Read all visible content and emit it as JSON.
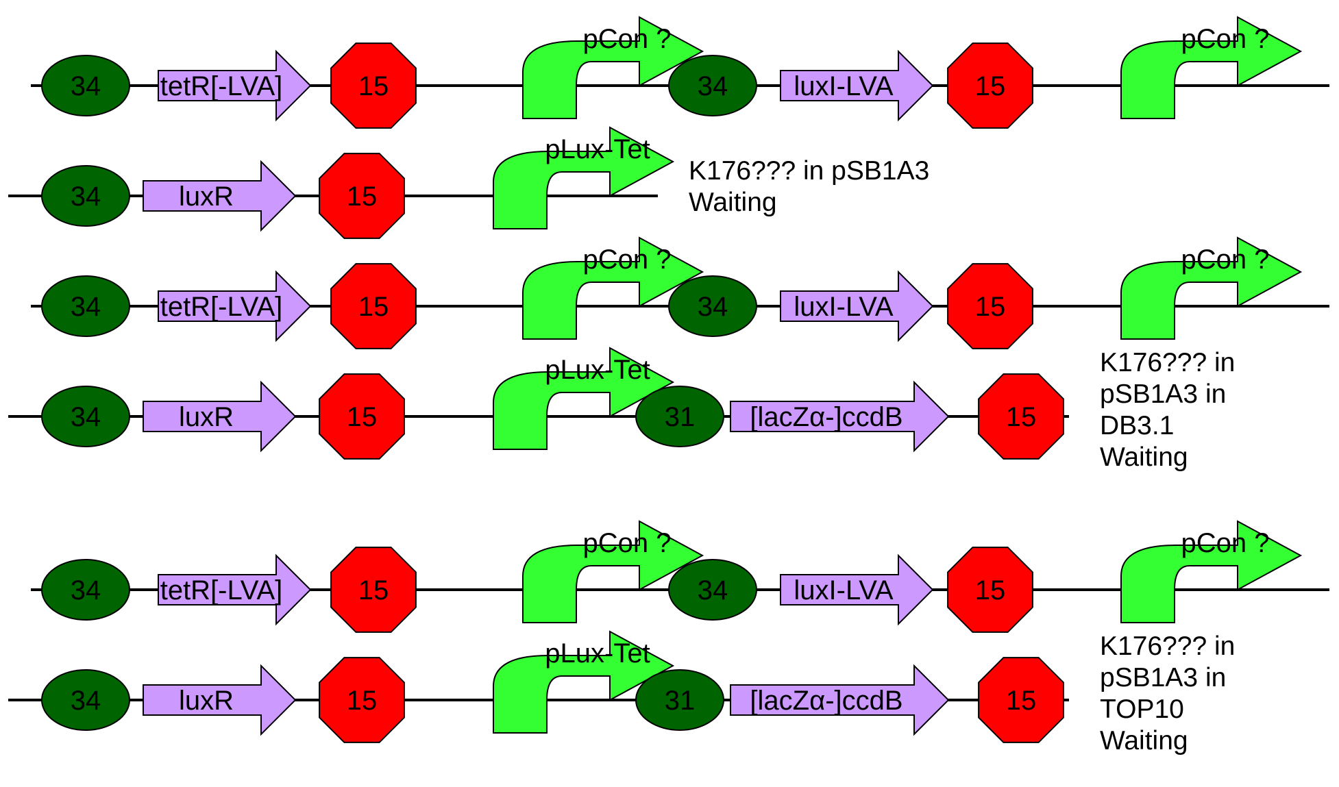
{
  "rows": [
    {
      "parts": [
        {
          "type": "rbs",
          "label": "34"
        },
        {
          "type": "cds",
          "label": "tetR[-LVA]"
        },
        {
          "type": "term",
          "label": "15"
        },
        {
          "type": "prom",
          "label": "pCon ?"
        },
        {
          "type": "rbs",
          "label": "34"
        },
        {
          "type": "cds",
          "label": "luxI-LVA"
        },
        {
          "type": "term",
          "label": "15"
        },
        {
          "type": "prom",
          "label": "pCon ?"
        }
      ]
    },
    {
      "parts": [
        {
          "type": "rbs",
          "label": "34"
        },
        {
          "type": "cds",
          "label": "luxR"
        },
        {
          "type": "term",
          "label": "15"
        },
        {
          "type": "prom",
          "label": "pLux-Tet"
        }
      ],
      "note": [
        "K176??? in pSB1A3",
        "Waiting"
      ]
    },
    {
      "parts": [
        {
          "type": "rbs",
          "label": "34"
        },
        {
          "type": "cds",
          "label": "tetR[-LVA]"
        },
        {
          "type": "term",
          "label": "15"
        },
        {
          "type": "prom",
          "label": "pCon ?"
        },
        {
          "type": "rbs",
          "label": "34"
        },
        {
          "type": "cds",
          "label": "luxI-LVA"
        },
        {
          "type": "term",
          "label": "15"
        },
        {
          "type": "prom",
          "label": "pCon ?"
        }
      ]
    },
    {
      "parts": [
        {
          "type": "rbs",
          "label": "34"
        },
        {
          "type": "cds",
          "label": "luxR"
        },
        {
          "type": "term",
          "label": "15"
        },
        {
          "type": "prom",
          "label": "pLux-Tet"
        },
        {
          "type": "rbs",
          "label": "31"
        },
        {
          "type": "cds",
          "label": "[lacZα-]ccdB"
        },
        {
          "type": "term",
          "label": "15"
        }
      ],
      "note": [
        "K176??? in",
        "pSB1A3 in",
        "DB3.1",
        "Waiting"
      ]
    },
    {
      "parts": [
        {
          "type": "rbs",
          "label": "34"
        },
        {
          "type": "cds",
          "label": "tetR[-LVA]"
        },
        {
          "type": "term",
          "label": "15"
        },
        {
          "type": "prom",
          "label": "pCon ?"
        },
        {
          "type": "rbs",
          "label": "34"
        },
        {
          "type": "cds",
          "label": "luxI-LVA"
        },
        {
          "type": "term",
          "label": "15"
        },
        {
          "type": "prom",
          "label": "pCon ?"
        }
      ]
    },
    {
      "parts": [
        {
          "type": "rbs",
          "label": "34"
        },
        {
          "type": "cds",
          "label": "luxR"
        },
        {
          "type": "term",
          "label": "15"
        },
        {
          "type": "prom",
          "label": "pLux-Tet"
        },
        {
          "type": "rbs",
          "label": "31"
        },
        {
          "type": "cds",
          "label": "[lacZα-]ccdB"
        },
        {
          "type": "term",
          "label": "15"
        }
      ],
      "note": [
        "K176??? in",
        "pSB1A3 in",
        "TOP10",
        "Waiting"
      ]
    }
  ],
  "colors": {
    "rbs": "#006400",
    "cds": "#cc99ff",
    "terminator": "#ff0000",
    "promoter": "#33ff33",
    "line": "#000000"
  }
}
